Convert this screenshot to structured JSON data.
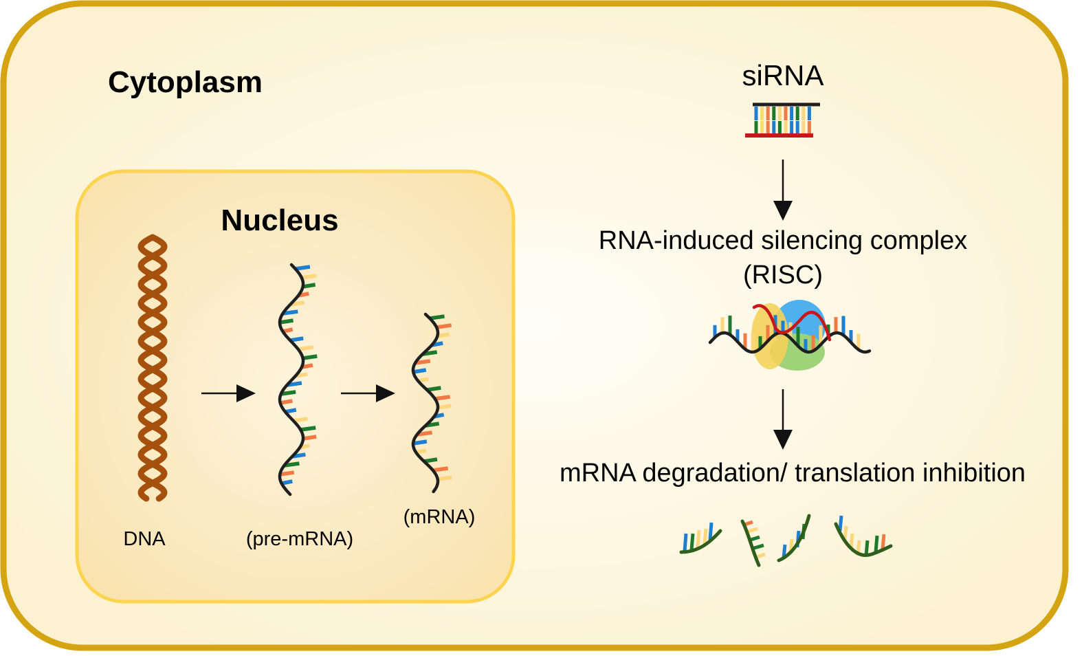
{
  "diagram": {
    "cytoplasm_label": "Cytoplasm",
    "nucleus_label": "Nucleus",
    "dna_label": "DNA",
    "pre_mrna_label": "(pre-mRNA)",
    "mrna_label": "(mRNA)",
    "sirna_label": "siRNA",
    "risc_label_line1": "RNA-induced silencing complex",
    "risc_label_line2": "(RISC)",
    "outcome_label": "mRNA degradation/ translation inhibition"
  },
  "colors": {
    "cell_fill": "#fdf5da",
    "cell_border": "#d4a413",
    "nucleus_fill": "#fbeac0",
    "nucleus_border": "#fcd450",
    "dna": "#a5500d",
    "backbone": "#1f1f1f",
    "base_blue": "#1e7fd0",
    "base_orange": "#ef7a43",
    "base_yellow": "#fdd67e",
    "base_green": "#1d7a2d",
    "sirna_red": "#c8161a",
    "risc_yellow": "#f4d25a",
    "risc_blue": "#4fb0ee",
    "risc_green": "#9fd37a",
    "fragment_green": "#2f5d1c"
  }
}
